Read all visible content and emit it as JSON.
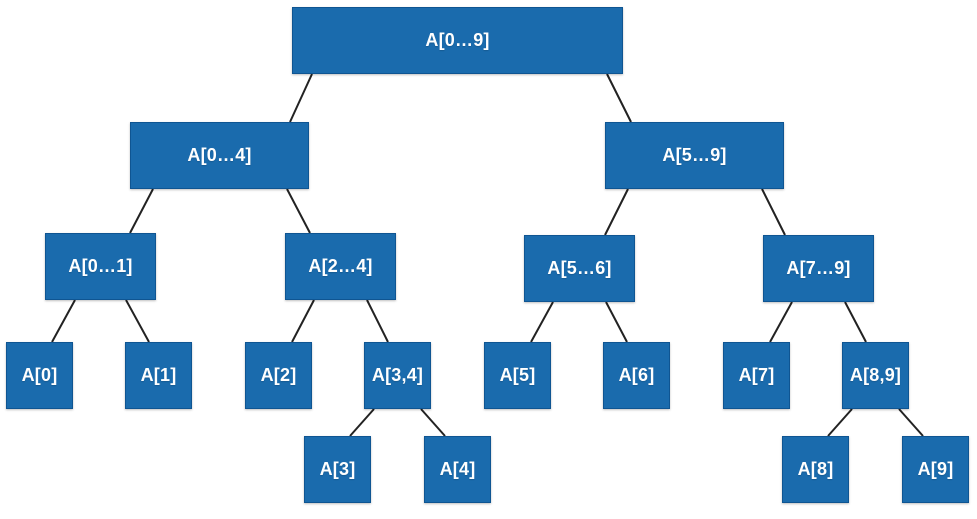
{
  "tree": {
    "root": "A[0…9]",
    "left": "A[0…4]",
    "right": "A[5…9]",
    "left_left": "A[0…1]",
    "left_right": "A[2…4]",
    "right_left": "A[5…6]",
    "right_right": "A[7…9]",
    "leaves": {
      "a0": "A[0]",
      "a1": "A[1]",
      "a2": "A[2]",
      "a34": "A[3,4]",
      "a3": "A[3]",
      "a4": "A[4]",
      "a5": "A[5]",
      "a6": "A[6]",
      "a7": "A[7]",
      "a89": "A[8,9]",
      "a8": "A[8]",
      "a9": "A[9]"
    }
  },
  "colors": {
    "node_fill": "#1a6bad",
    "node_text": "#ffffff",
    "edge": "#222222",
    "background": "#ffffff"
  }
}
